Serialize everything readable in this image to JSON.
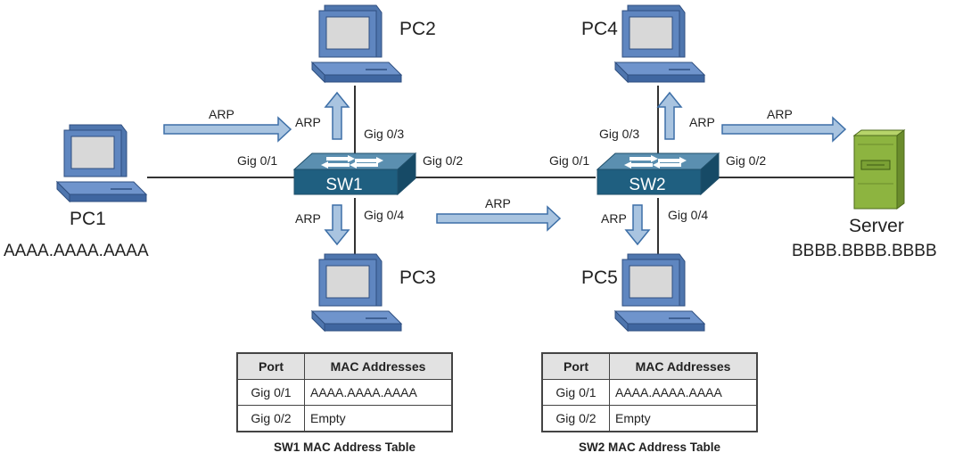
{
  "devices": {
    "pc1": {
      "name": "PC1",
      "mac": "AAAA.AAAA.AAAA"
    },
    "pc2": {
      "name": "PC2"
    },
    "pc3": {
      "name": "PC3"
    },
    "pc4": {
      "name": "PC4"
    },
    "pc5": {
      "name": "PC5"
    },
    "server": {
      "name": "Server",
      "mac": "BBBB.BBBB.BBBB"
    },
    "sw1": {
      "name": "SW1"
    },
    "sw2": {
      "name": "SW2"
    }
  },
  "ports": {
    "sw1_g01": "Gig 0/1",
    "sw1_g02": "Gig 0/2",
    "sw1_g03": "Gig 0/3",
    "sw1_g04": "Gig 0/4",
    "sw2_g01": "Gig 0/1",
    "sw2_g02": "Gig 0/2",
    "sw2_g03": "Gig 0/3",
    "sw2_g04": "Gig 0/4"
  },
  "arp_label": "ARP",
  "colors": {
    "arrow_fill": "#a9c4e0",
    "arrow_stroke": "#3d6fa7",
    "pc_blue": "#5f86c0",
    "screen": "#d8d8d8",
    "switch_top": "#5b8fb0",
    "switch_front": "#1f5f80",
    "server_green": "#8db440"
  },
  "tables": {
    "sw1": {
      "caption": "SW1 MAC Address Table",
      "headers": [
        "Port",
        "MAC Addresses"
      ],
      "rows": [
        [
          "Gig 0/1",
          "AAAA.AAAA.AAAA"
        ],
        [
          "Gig 0/2",
          "Empty"
        ]
      ]
    },
    "sw2": {
      "caption": "SW2 MAC Address Table",
      "headers": [
        "Port",
        "MAC Addresses"
      ],
      "rows": [
        [
          "Gig 0/1",
          "AAAA.AAAA.AAAA"
        ],
        [
          "Gig 0/2",
          "Empty"
        ]
      ]
    }
  }
}
